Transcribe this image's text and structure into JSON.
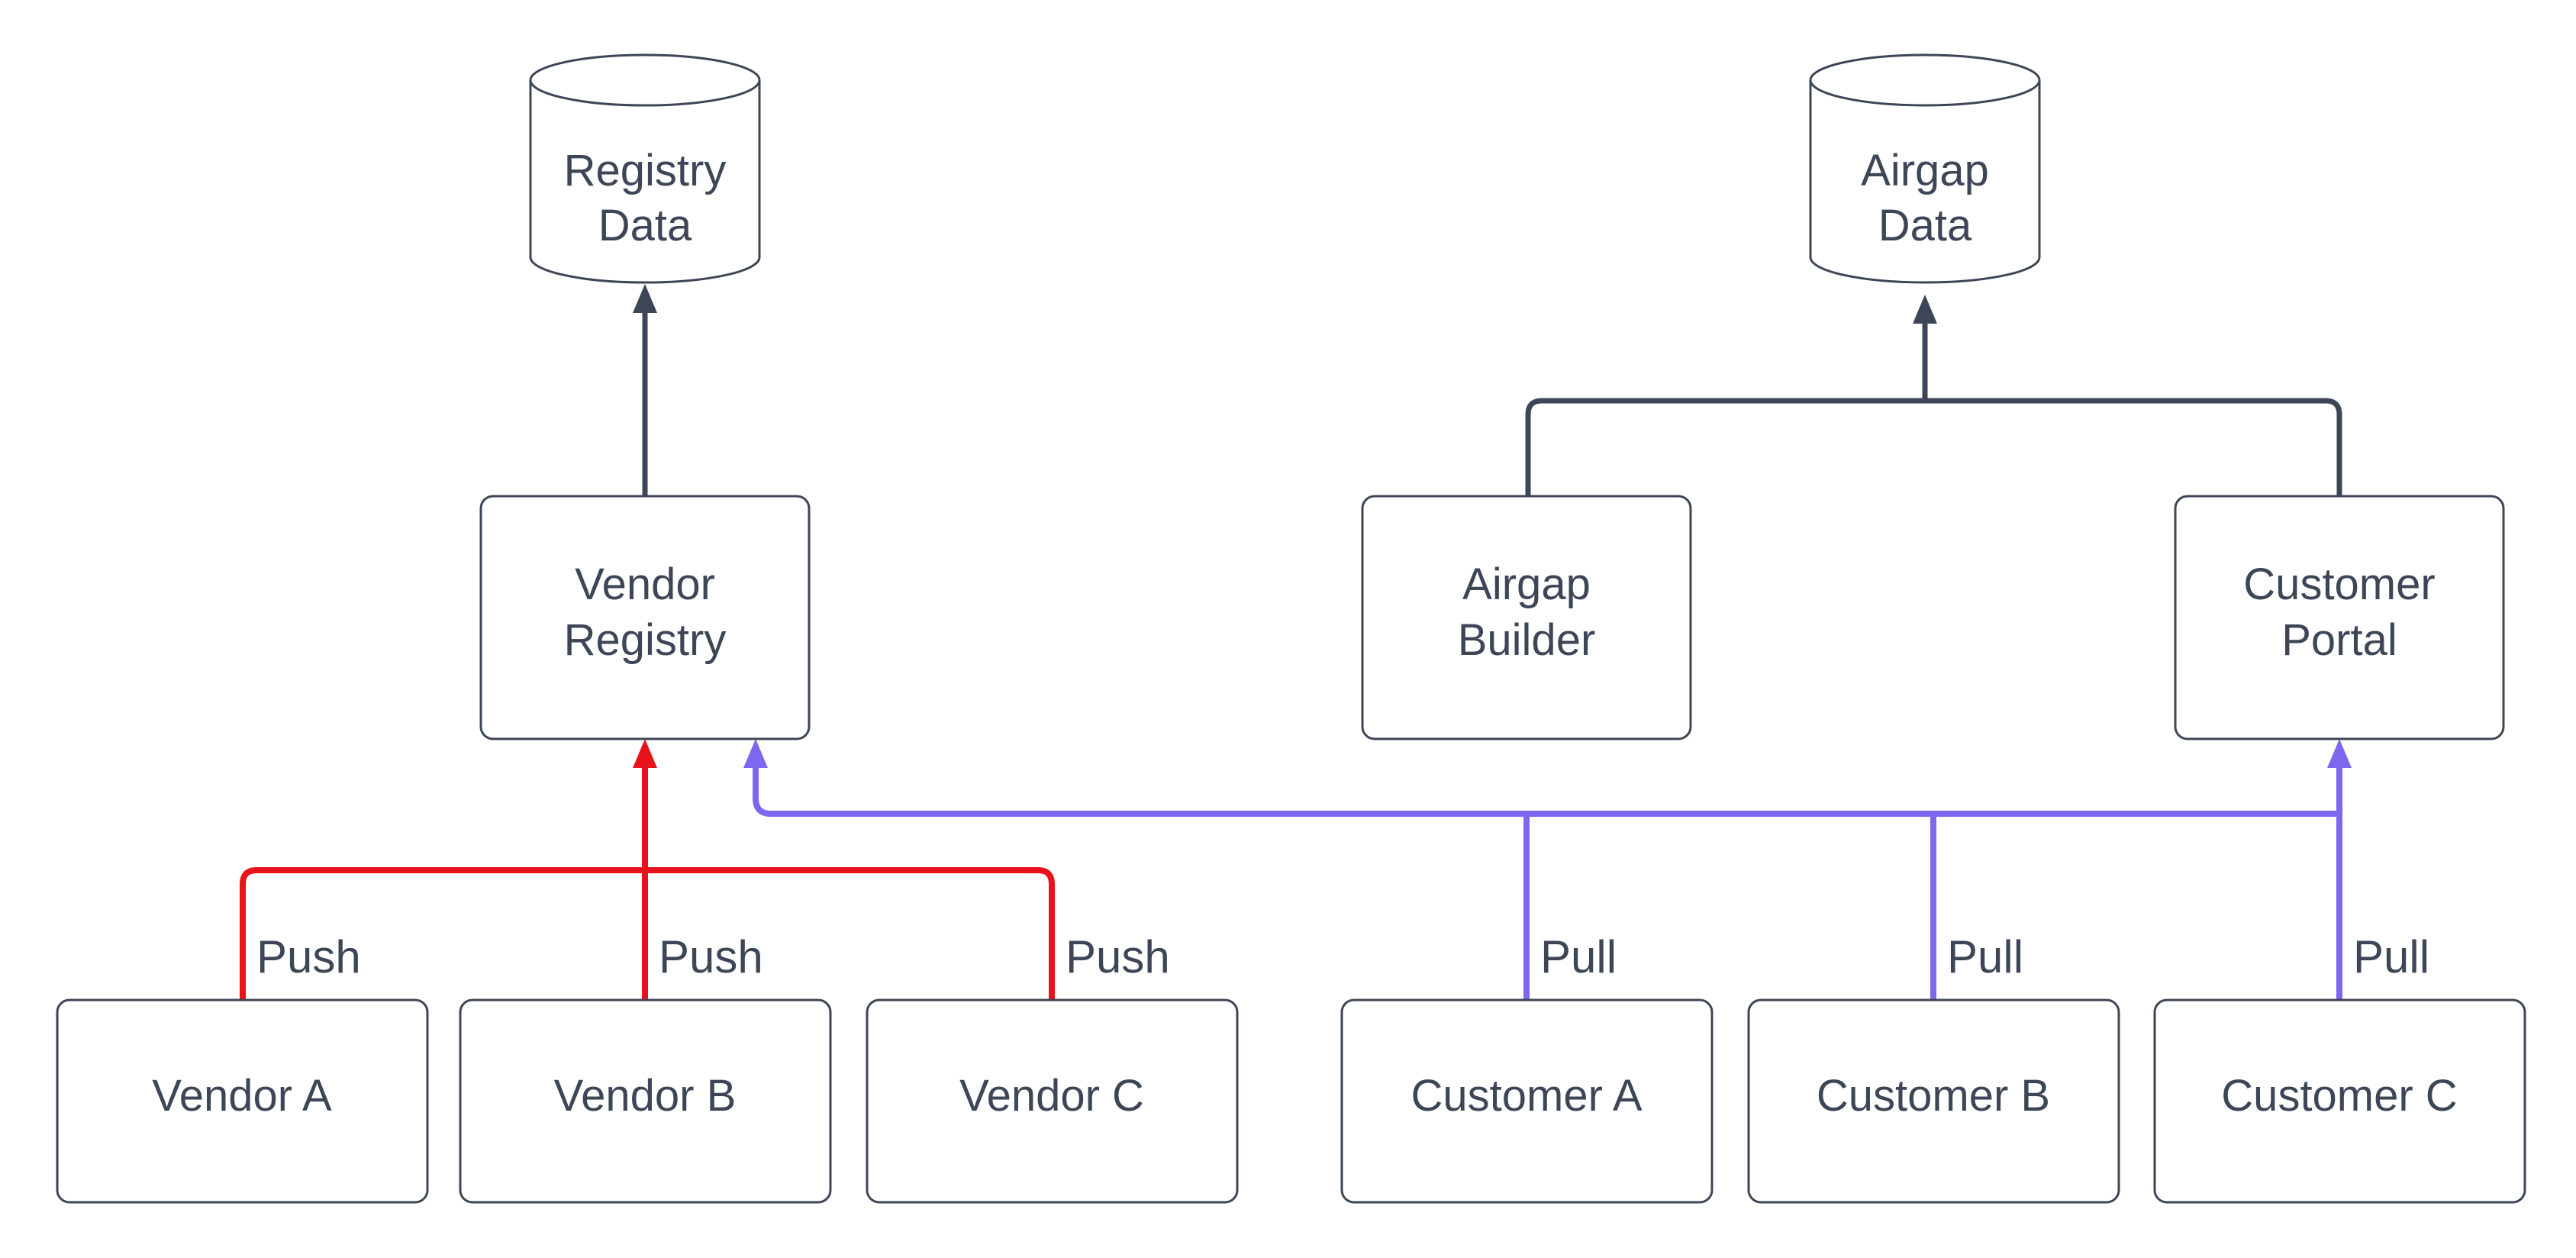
{
  "diagram": {
    "background": "#ffffff",
    "colors": {
      "stroke_dark": "#3d4656",
      "text": "#3d4656",
      "push": "#e8131a",
      "pull": "#7b68ee",
      "node_fill": "#ffffff"
    },
    "datastores": [
      {
        "id": "registry-data",
        "label": "Registry Data",
        "line1": "Registry",
        "line2": "Data"
      },
      {
        "id": "airgap-data",
        "label": "Airgap Data",
        "line1": "Airgap",
        "line2": "Data"
      }
    ],
    "services": [
      {
        "id": "vendor-registry",
        "label": "Vendor Registry",
        "line1": "Vendor",
        "line2": "Registry"
      },
      {
        "id": "airgap-builder",
        "label": "Airgap Builder",
        "line1": "Airgap",
        "line2": "Builder"
      },
      {
        "id": "customer-portal",
        "label": "Customer Portal",
        "line1": "Customer",
        "line2": "Portal"
      }
    ],
    "actors": [
      {
        "id": "vendor-a",
        "label": "Vendor A"
      },
      {
        "id": "vendor-b",
        "label": "Vendor B"
      },
      {
        "id": "vendor-c",
        "label": "Vendor C"
      },
      {
        "id": "customer-a",
        "label": "Customer A"
      },
      {
        "id": "customer-b",
        "label": "Customer B"
      },
      {
        "id": "customer-c",
        "label": "Customer C"
      }
    ],
    "push_edges": [
      {
        "from": "Vendor A",
        "to": "Vendor Registry",
        "label": "Push"
      },
      {
        "from": "Vendor B",
        "to": "Vendor Registry",
        "label": "Push"
      },
      {
        "from": "Vendor C",
        "to": "Vendor Registry",
        "label": "Push"
      }
    ],
    "pull_edges": [
      {
        "from": "Customer A",
        "to": "Vendor Registry",
        "label": "Pull"
      },
      {
        "from": "Customer B",
        "to": "Vendor Registry",
        "label": "Pull"
      },
      {
        "from": "Customer C",
        "to": "Customer Portal",
        "label": "Pull"
      }
    ],
    "store_edges": [
      {
        "from": "Vendor Registry",
        "to": "Registry Data"
      },
      {
        "from": "Airgap Builder",
        "to": "Airgap Data"
      },
      {
        "from": "Customer Portal",
        "to": "Airgap Data"
      }
    ]
  }
}
